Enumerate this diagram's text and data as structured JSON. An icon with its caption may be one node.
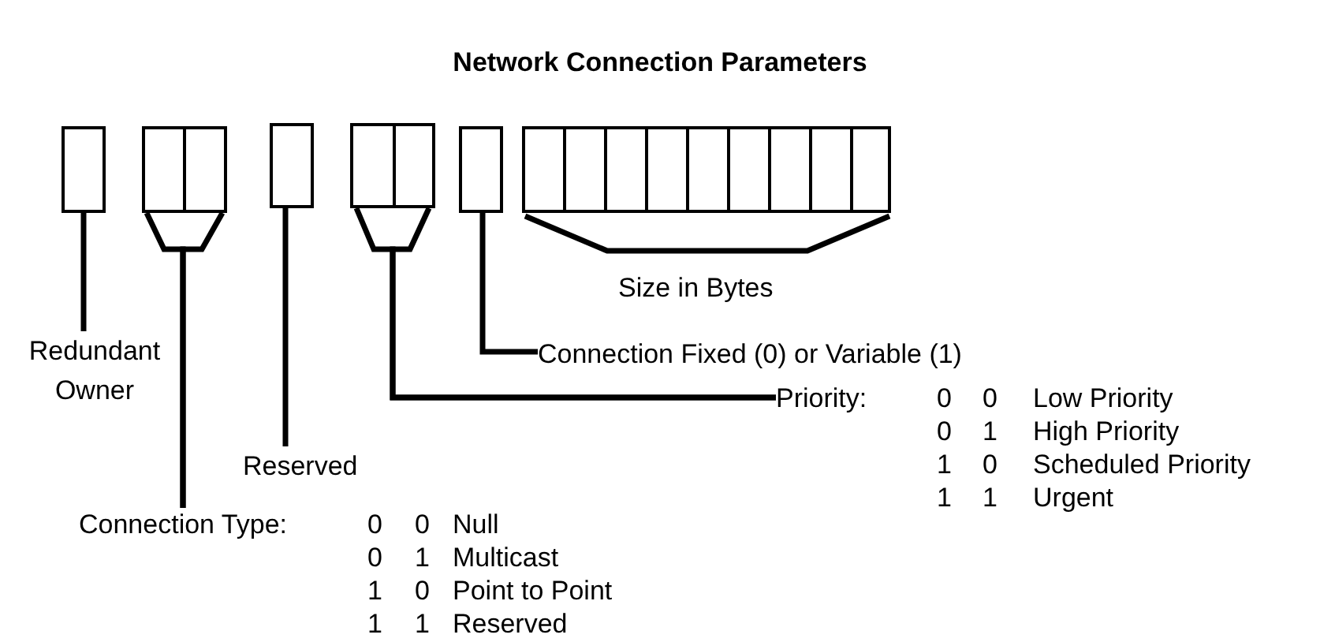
{
  "diagram": {
    "title": "Network Connection Parameters",
    "nodes": [
      {
        "text": [],
        "shape": "box"
      },
      {
        "text": [],
        "shape": "box"
      },
      {
        "text": [],
        "shape": "box"
      },
      {
        "text": [],
        "shape": "box"
      },
      {
        "text": [],
        "shape": "box"
      },
      {
        "text": [],
        "shape": "box"
      },
      {
        "text": [],
        "shape": "box"
      },
      {
        "text": [],
        "shape": "box"
      },
      {
        "text": [],
        "shape": "box"
      },
      {
        "text": [],
        "shape": "box"
      },
      {
        "text": [],
        "shape": "box"
      },
      {
        "text": [],
        "shape": "box"
      },
      {
        "text": [],
        "shape": "box"
      },
      {
        "text": [],
        "shape": "box"
      },
      {
        "text": [],
        "shape": "box"
      },
      {
        "text": [],
        "shape": "box"
      },
      {
        "text": [
          "Redundant Owner"
        ]
      },
      {
        "text": [
          "Connection Fixed (0) or Variable (1)"
        ]
      },
      {
        "text": [
          "Priority:",
          "0",
          "0",
          "Low Priority",
          "0",
          "1",
          "High Priority",
          "1",
          "0",
          "Scheduled Priority",
          "1",
          "1",
          "Urgent"
        ]
      },
      {
        "text": [
          "Reserved"
        ]
      },
      {
        "text": [
          "Connection Type:",
          "0",
          "0",
          "Null",
          "0",
          "1",
          "Multicast",
          "1",
          "0",
          "Point to Point",
          "1",
          "1",
          "Reserved"
        ]
      }
    ],
    "edges": [
      {
        "from": 16,
        "to": 0,
        "arrow": "none"
      },
      {
        "from": 20,
        "to": 1,
        "arrow": "none"
      },
      {
        "from": 20,
        "to": 2,
        "arrow": "none"
      },
      {
        "from": 19,
        "to": 3,
        "arrow": "none"
      },
      {
        "from": 18,
        "to": 4,
        "arrow": "none"
      },
      {
        "from": 18,
        "to": 5,
        "arrow": "none"
      },
      {
        "from": 17,
        "to": 6,
        "arrow": "none"
      }
    ],
    "labels": [
      "Size in Bytes"
    ]
  }
}
